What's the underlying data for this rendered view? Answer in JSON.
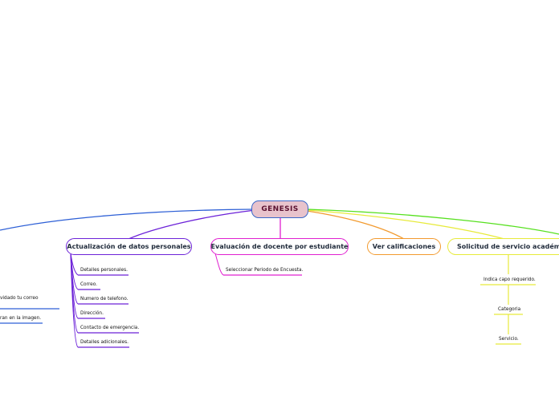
{
  "mindmap": {
    "root": "GENESIS",
    "colors": {
      "blue": "#2d5fd6",
      "purple": "#6c22d8",
      "magenta": "#e020d0",
      "orange": "#f29a2e",
      "yellow": "#e7ea3a",
      "green": "#56e01e"
    },
    "branch_partial": {
      "leaves": [
        "vidado tu correo",
        "ran en la imagen."
      ]
    },
    "branch_datos": {
      "label": "Actualización de datos personales",
      "leaves": [
        "Detalles personales.",
        "Correo.",
        "Numero de telefono.",
        "Dirección.",
        "Contacto de emergencia.",
        "Detalles adicionales."
      ]
    },
    "branch_evaluacion": {
      "label": "Evaluación de docente por estudiante",
      "leaves": [
        "Seleccionar Periodo de Encuesta."
      ]
    },
    "branch_calificaciones": {
      "label": "Ver calificaciones"
    },
    "branch_solicitud": {
      "label": "Solicitud de servicio académico",
      "leaves": [
        "Indica capo requerido.",
        "Categoria",
        "Servicio."
      ]
    }
  }
}
